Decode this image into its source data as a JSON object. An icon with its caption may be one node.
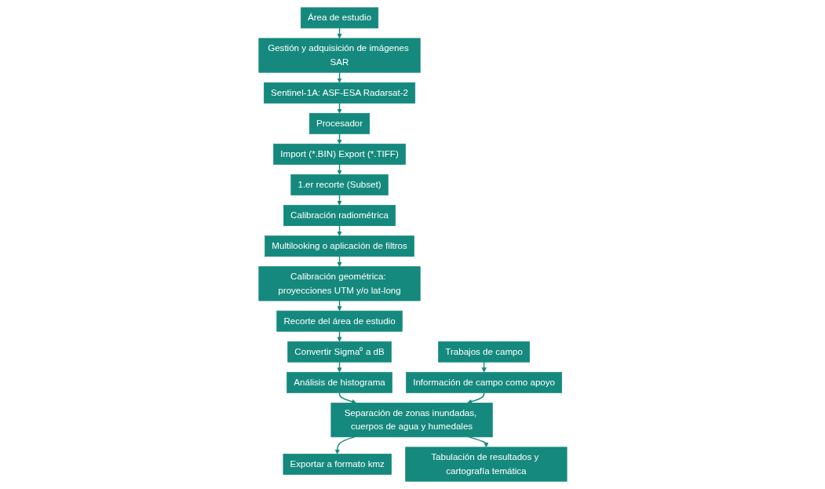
{
  "diagram": {
    "nodes": [
      {
        "text": [
          "Área de estudio"
        ]
      },
      {
        "text": [
          "Gestión y adquisición de imágenes SAR"
        ]
      },
      {
        "text": [
          "Sentinel-1A: ASF-ESA Radarsat-2"
        ]
      },
      {
        "text": [
          "Procesador"
        ]
      },
      {
        "text": [
          "Import (*.BIN) Export (*.TIFF)"
        ]
      },
      {
        "text": [
          "1.er recorte (Subset)"
        ]
      },
      {
        "text": [
          "Calibración radiométrica"
        ]
      },
      {
        "text": [
          "Multilooking o aplicación de filtros"
        ]
      },
      {
        "text": [
          "Calibración geométrica: proyecciones UTM y/o lat-long"
        ]
      },
      {
        "text": [
          "Recorte del área de estudio"
        ]
      },
      {
        "text": [
          "Convertir Sigma⁰ a dB"
        ]
      },
      {
        "text": [
          "Análisis de histograma"
        ]
      },
      {
        "text": [
          "Trabajos de campo"
        ]
      },
      {
        "text": [
          "Información de campo como apoyo"
        ]
      },
      {
        "text": [
          "Separación de zonas inundadas, cuerpos de agua y humedales"
        ]
      },
      {
        "text": [
          "Exportar a formato kmz"
        ]
      },
      {
        "text": [
          "Tabulación de resultados y cartografía temática"
        ]
      }
    ],
    "edges": [
      {
        "from": 0,
        "to": 1,
        "arrow": "to"
      },
      {
        "from": 1,
        "to": 2,
        "arrow": "to"
      },
      {
        "from": 2,
        "to": 3,
        "arrow": "to"
      },
      {
        "from": 3,
        "to": 4,
        "arrow": "to"
      },
      {
        "from": 4,
        "to": 5,
        "arrow": "to"
      },
      {
        "from": 5,
        "to": 6,
        "arrow": "to"
      },
      {
        "from": 6,
        "to": 7,
        "arrow": "to"
      },
      {
        "from": 7,
        "to": 8,
        "arrow": "to"
      },
      {
        "from": 8,
        "to": 9,
        "arrow": "to"
      },
      {
        "from": 9,
        "to": 10,
        "arrow": "to"
      },
      {
        "from": 10,
        "to": 11,
        "arrow": "to"
      },
      {
        "from": 11,
        "to": 14,
        "arrow": "to"
      },
      {
        "from": 12,
        "to": 13,
        "arrow": "to"
      },
      {
        "from": 13,
        "to": 14,
        "arrow": "to"
      },
      {
        "from": 14,
        "to": 15,
        "arrow": "to"
      },
      {
        "from": 14,
        "to": 16,
        "arrow": "to"
      }
    ]
  }
}
